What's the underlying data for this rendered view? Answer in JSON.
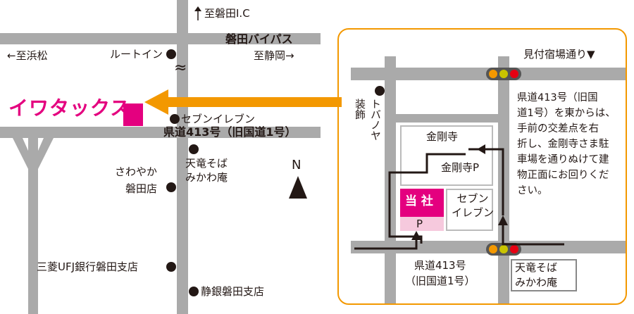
{
  "colors": {
    "brand": "#e4007f",
    "arrow": "#f39800",
    "road": "#aaaaaa",
    "ink": "#231815",
    "parking": "#f6c9dd"
  },
  "main_map": {
    "north_label": "至磐田I.C",
    "bypass_label": "磐田バイパス",
    "left_direction": "←至浜松",
    "right_direction": "至静岡→",
    "route_inn": "ルートイン",
    "approx_symbol": "≈",
    "company_name": "イワタックス",
    "seven_eleven": "セブンイレブン",
    "prefectural_road": "県道413号（旧国道1号）",
    "tenryu_soba": "天竜そば\nみかわ庵",
    "sawayaka": "さわやか\n磐田店",
    "mufg": "三菱UFJ銀行磐田支店",
    "shizugin": "静銀磐田支店",
    "compass": "N"
  },
  "inset_map": {
    "mitsuke_street": "見付宿場通り▼",
    "tobanoya": "トバノヤ",
    "soshoku": "装飾",
    "kongoji": "金剛寺",
    "kongoji_parking": "金剛寺P",
    "our_company": "当 社",
    "parking": "P",
    "seven_eleven": "セブン\nイレブン",
    "prefectural_road": "県道413号\n（旧国道1号）",
    "tenryu_soba": "天竜そば\nみかわ庵",
    "directions": "県道413号（旧国\n道1号）を東からは、\n手前の交差点を右\n折し、金剛寺さま駐\n車場を通りぬけて建\n物正面にお回りくだ\nさい。"
  }
}
